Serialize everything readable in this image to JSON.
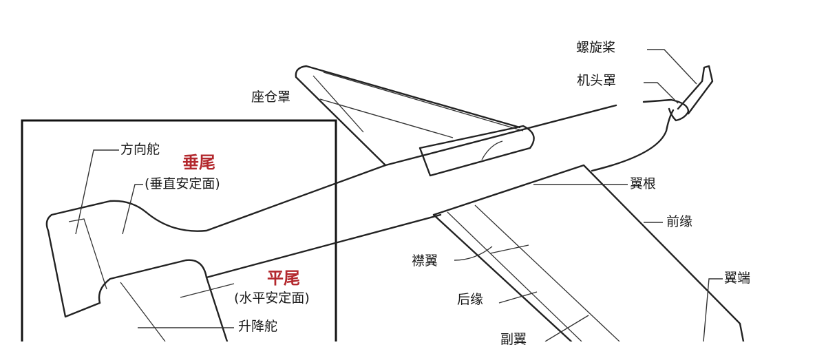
{
  "labels": {
    "propeller": "螺旋桨",
    "spinner": "机头罩",
    "canopy": "座仓罩",
    "rudder": "方向舵",
    "vertical_tail": "垂尾",
    "vertical_stabilizer": "(垂直安定面)",
    "horizontal_tail": "平尾",
    "horizontal_stabilizer": "(水平安定面)",
    "elevator": "升降舵",
    "wing_root": "翼根",
    "leading_edge": "前缘",
    "flap": "襟翼",
    "trailing_edge": "后缘",
    "wing_tip": "翼端",
    "aileron": "副翼"
  }
}
